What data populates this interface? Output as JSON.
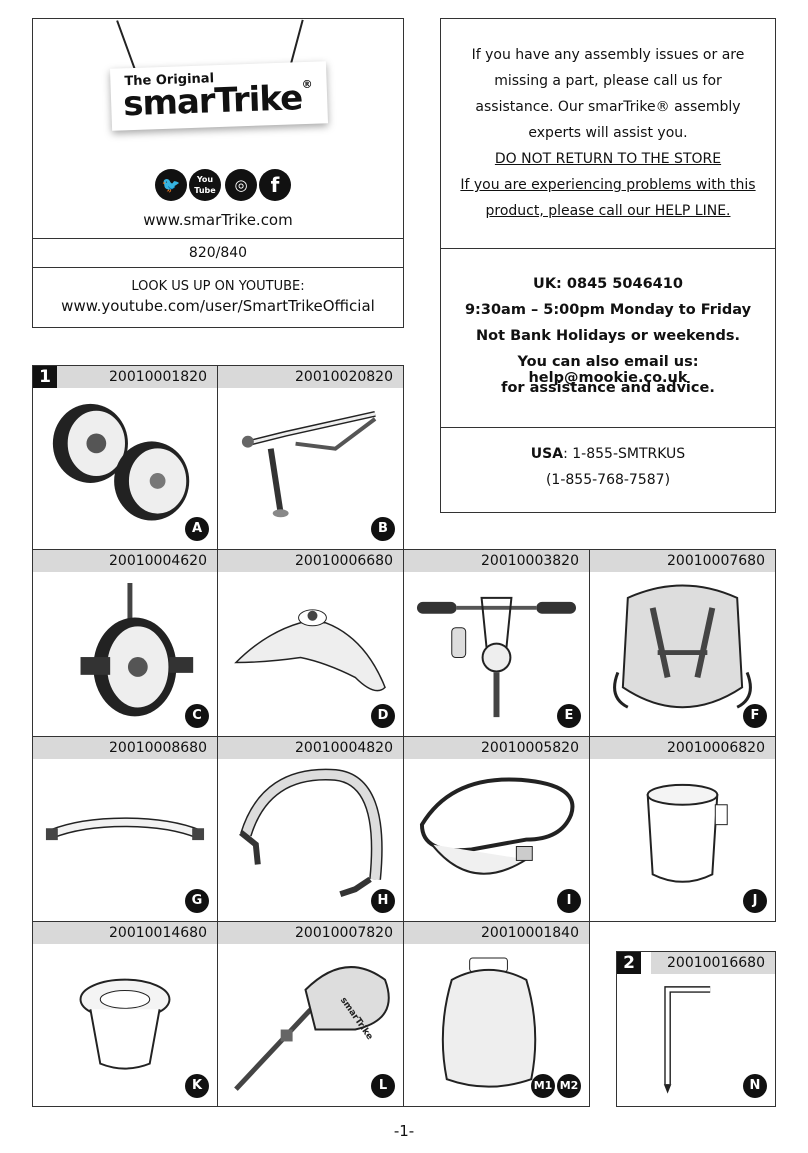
{
  "brand": {
    "logo_small": "The Original",
    "logo_big": "smarTrike",
    "logo_reg": "®",
    "social_icons": [
      "twitter-icon",
      "youtube-icon",
      "instagram-icon",
      "facebook-icon"
    ],
    "social_glyphs": [
      "t",
      "You Tube",
      "◎",
      "f"
    ],
    "website": "www.smarTrike.com",
    "model": "820/840",
    "youtube_label": "LOOK US UP ON YOUTUBE:",
    "youtube_url": "www.youtube.com/user/SmartTrikeOfficial"
  },
  "help": {
    "intro_lines": [
      "If you have any assembly issues or are",
      "missing a part, please call us for",
      "assistance. Our smarTrike® assembly",
      "experts will assist you."
    ],
    "do_not_return": "DO NOT RETURN TO THE STORE",
    "problem_lines": [
      "If you are experiencing problems with this",
      "product, please call our HELP LINE."
    ],
    "uk_lines": [
      "UK: 0845 5046410",
      "9:30am – 5:00pm Monday to Friday",
      "Not Bank Holidays or weekends.",
      "You can also email us: help@mookie.co.uk",
      "for assistance and advice."
    ],
    "usa_label": "USA",
    "usa_phone": ": 1-855-SMTRKUS",
    "usa_phone2": "(1-855-768-7587)"
  },
  "sections": {
    "one": "1",
    "two": "2"
  },
  "parts": [
    {
      "code": "20010001820",
      "letter": "A"
    },
    {
      "code": "20010020820",
      "letter": "B"
    },
    {
      "code": "20010004620",
      "letter": "C"
    },
    {
      "code": "20010006680",
      "letter": "D"
    },
    {
      "code": "20010003820",
      "letter": "E"
    },
    {
      "code": "20010007680",
      "letter": "F"
    },
    {
      "code": "20010008680",
      "letter": "G"
    },
    {
      "code": "20010004820",
      "letter": "H"
    },
    {
      "code": "20010005820",
      "letter": "I"
    },
    {
      "code": "20010006820",
      "letter": "J"
    },
    {
      "code": "20010014680",
      "letter": "K"
    },
    {
      "code": "20010007820",
      "letter": "L"
    },
    {
      "code": "20010001840",
      "letter": "M1",
      "letter2": "M2"
    },
    {
      "code": "20010016680",
      "letter": "N"
    }
  ],
  "part_l_label": "smarTrike",
  "page_number": "-1-"
}
